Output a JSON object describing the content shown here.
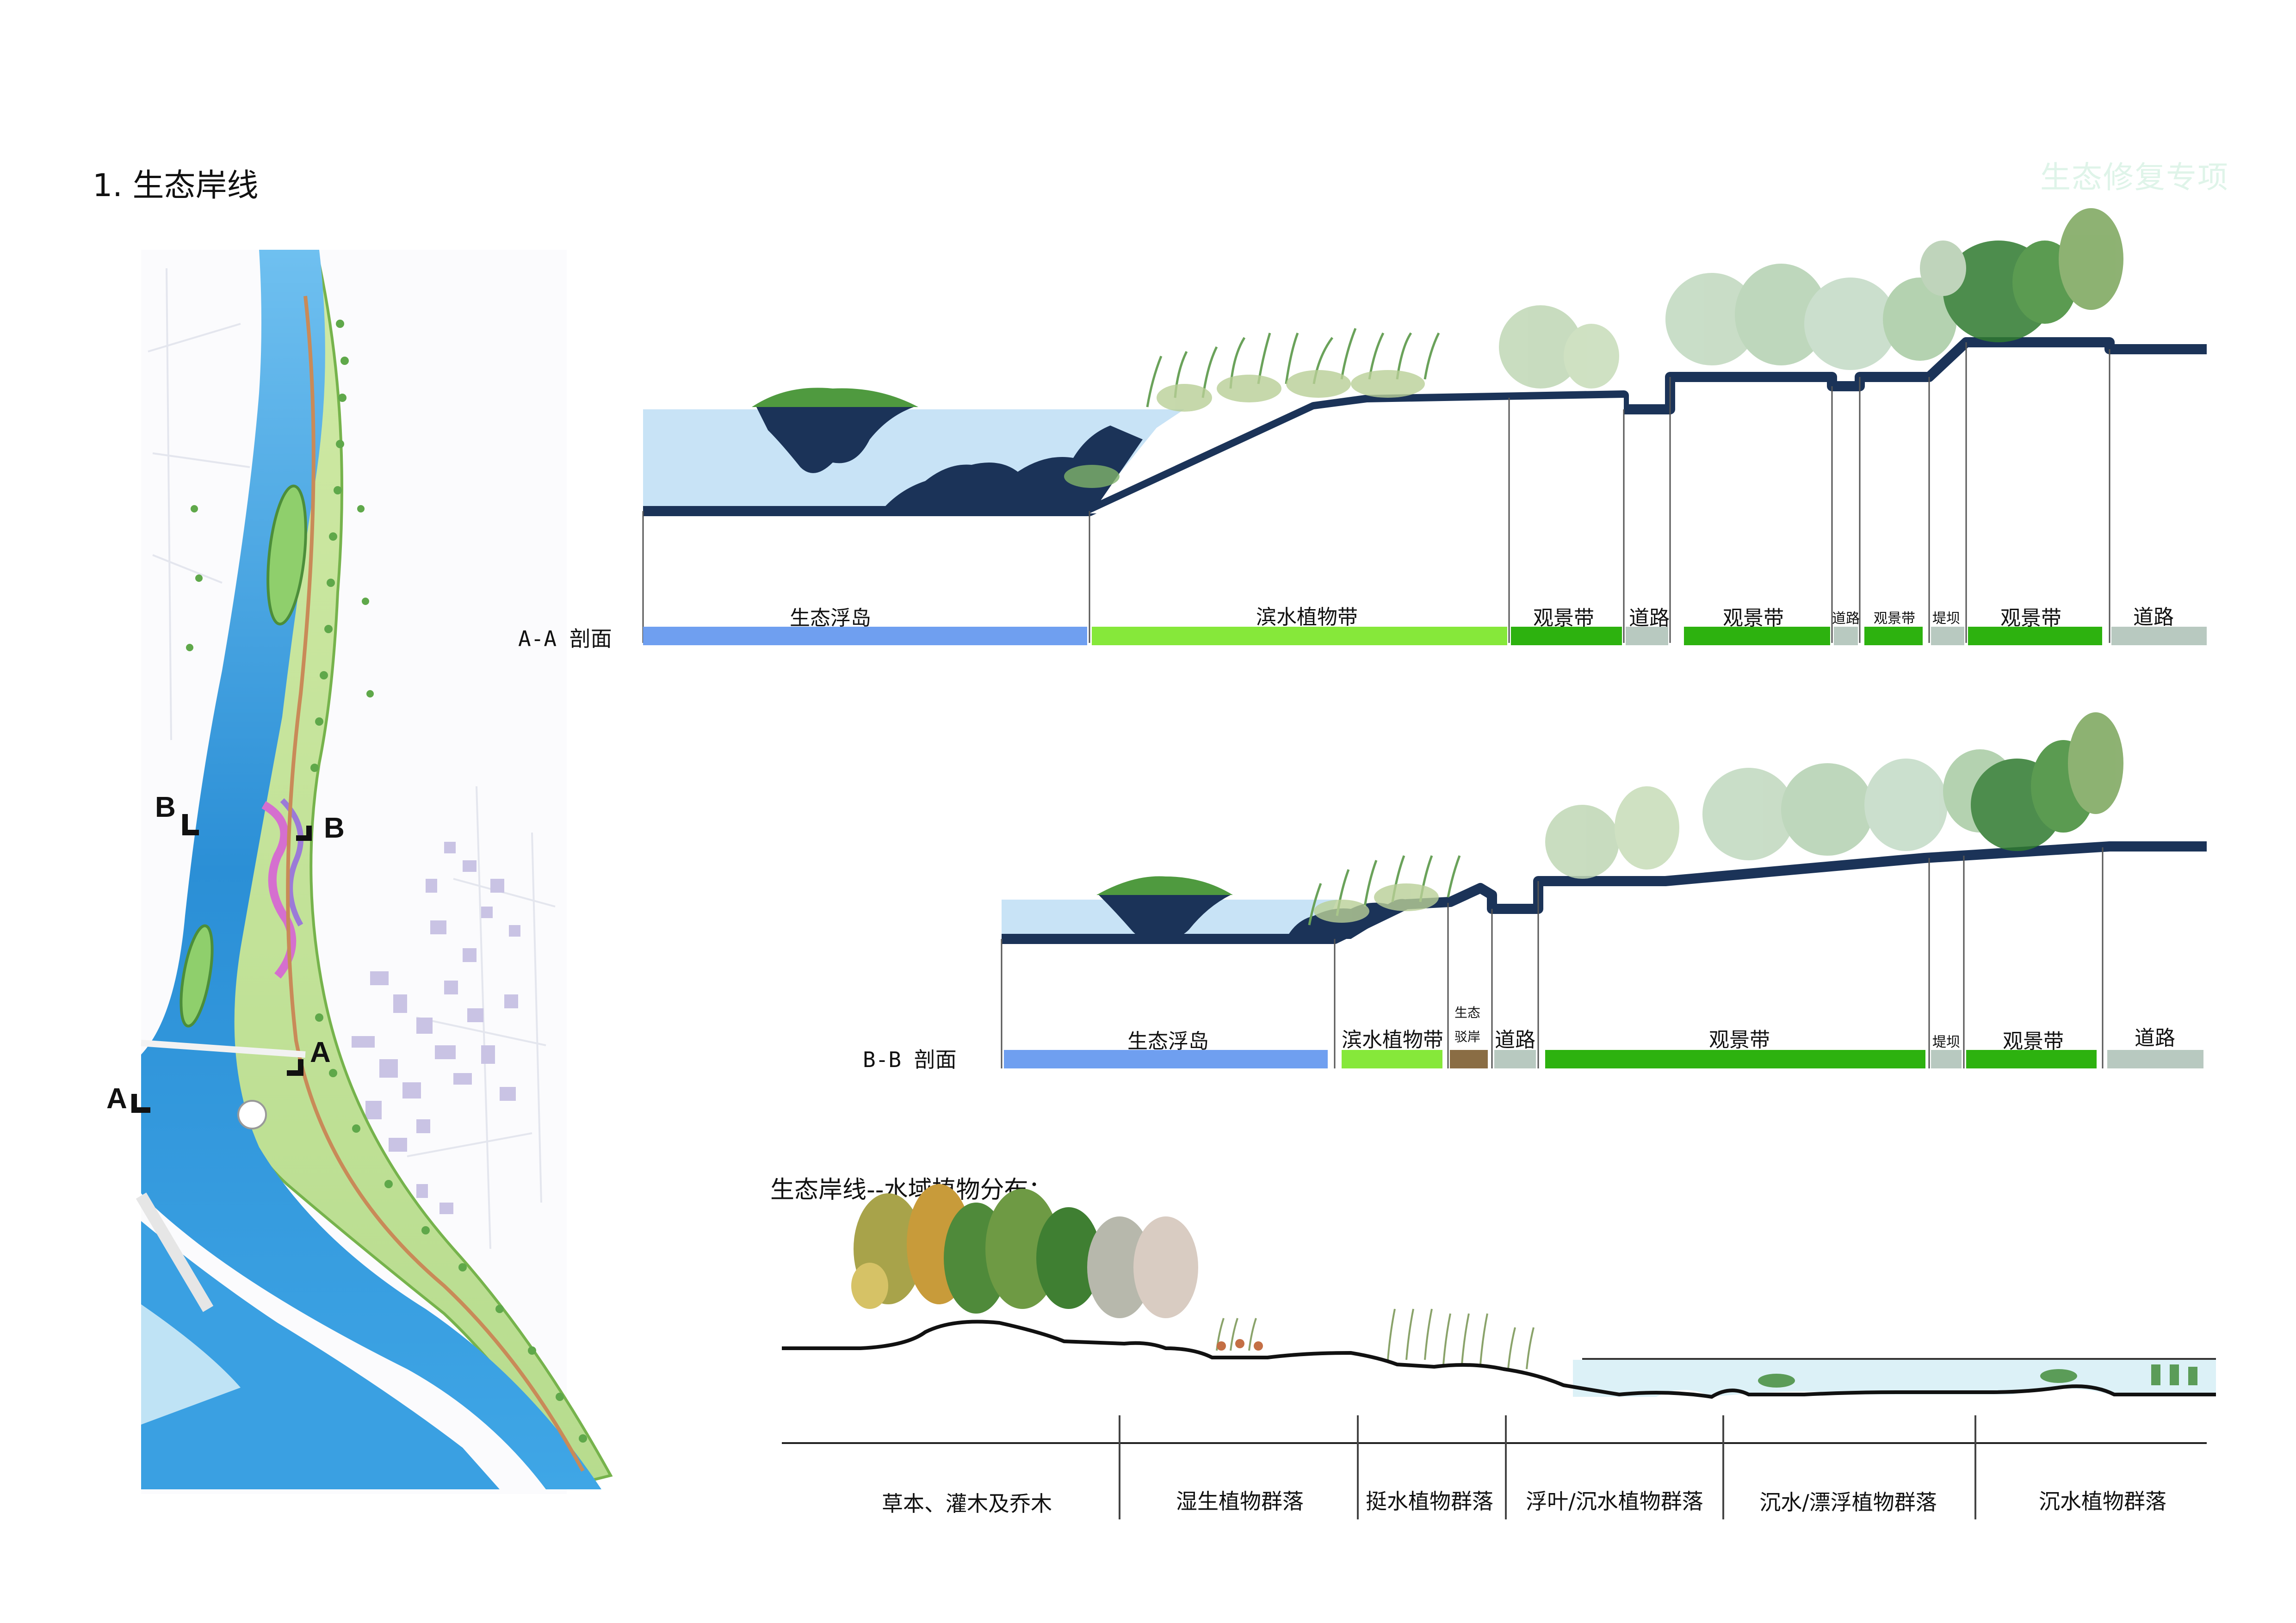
{
  "page": {
    "title": "1. 生态岸线",
    "watermark": "生态修复专项"
  },
  "colors": {
    "water_light": "#c8e3f6",
    "river": "#2f8fd8",
    "profile_line": "#1b3358",
    "bar_blue": "#6f9ff0",
    "bar_lightgreen": "#86e83a",
    "bar_green": "#2db20f",
    "bar_grey": "#b8c9c0",
    "bar_brown": "#8a6d44"
  },
  "plan_map": {
    "section_markers": [
      "A",
      "A",
      "B",
      "B"
    ]
  },
  "section_aa": {
    "label": "A-A 剖面",
    "zones": [
      "生态浮岛",
      "滨水植物带",
      "观景带",
      "道路",
      "观景带",
      "道路",
      "观景带",
      "堤坝",
      "观景带",
      "道路"
    ]
  },
  "section_bb": {
    "label": "B-B 剖面",
    "zones": [
      "生态浮岛",
      "滨水植物带",
      "生态",
      "驳岸",
      "道路",
      "观景带",
      "堤坝",
      "观景带",
      "道路"
    ]
  },
  "distribution": {
    "title": "生态岸线--水域植物分布：",
    "zones": [
      "草本、灌木及乔木",
      "湿生植物群落",
      "挺水植物群落",
      "浮叶/沉水植物群落",
      "沉水/漂浮植物群落",
      "沉水植物群落"
    ]
  }
}
